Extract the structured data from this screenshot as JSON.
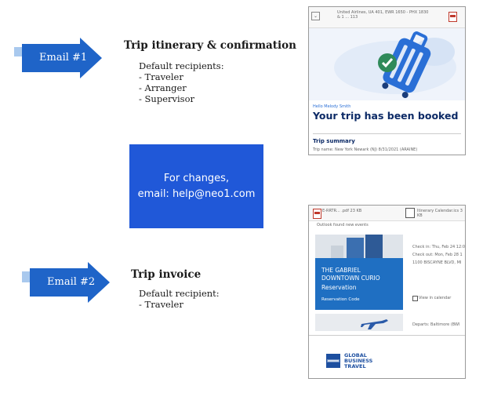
{
  "email1": {
    "arrow_label": "Email #1",
    "title": "Trip itinerary & confirmation",
    "recipients_heading": "Default recipients:",
    "recipients": [
      "- Traveler",
      "- Arranger",
      "- Supervisor"
    ]
  },
  "contact": {
    "line1": "For changes,",
    "line2": "email: help@neo1.com"
  },
  "email2": {
    "arrow_label": "Email #2",
    "title": "Trip invoice",
    "recipients_heading": "Default recipient:",
    "recipients": [
      "- Traveler"
    ]
  },
  "screenshot1": {
    "header_text": "United Airlines, UA 401, EWR 1650 - PHX 1830 & 1 ... 113",
    "greeting": "Hello Melody Smith",
    "headline": "Your trip has been booked",
    "summary_label": "Trip summary",
    "trip_name": "Trip name: New York Newark (NJ) 8/31/2021 (ARAINE)"
  },
  "screenshot2": {
    "attach1": "E-RRTR...  .pdf  23 KB",
    "attach2": "Itinerary Calendar.ics  3 KB",
    "notice": "Outlook found new events",
    "hotel_name": "THE GABRIEL DOWNTOWN CURIO",
    "hotel_sub": "Reservation",
    "reservation_code": "Reservation Code",
    "check_in": "Check in: Thu, Feb 24 12:0",
    "check_out": "Check out: Mon, Feb 28 1",
    "address": "1100 BISCAYNE BLVD, MI",
    "view_calendar": "View in calendar",
    "departs": "Departs: Baltimore (BWI",
    "brand_lines": [
      "GLOBAL",
      "BUSINESS",
      "TRAVEL"
    ],
    "amex_logo_text": "AMERICAN EXPRESS"
  },
  "colors": {
    "arrow_blue": "#1f64c8",
    "box_blue": "#2058d8",
    "hotel_blue": "#1f6fc2",
    "amex_blue": "#1d4fa0"
  }
}
